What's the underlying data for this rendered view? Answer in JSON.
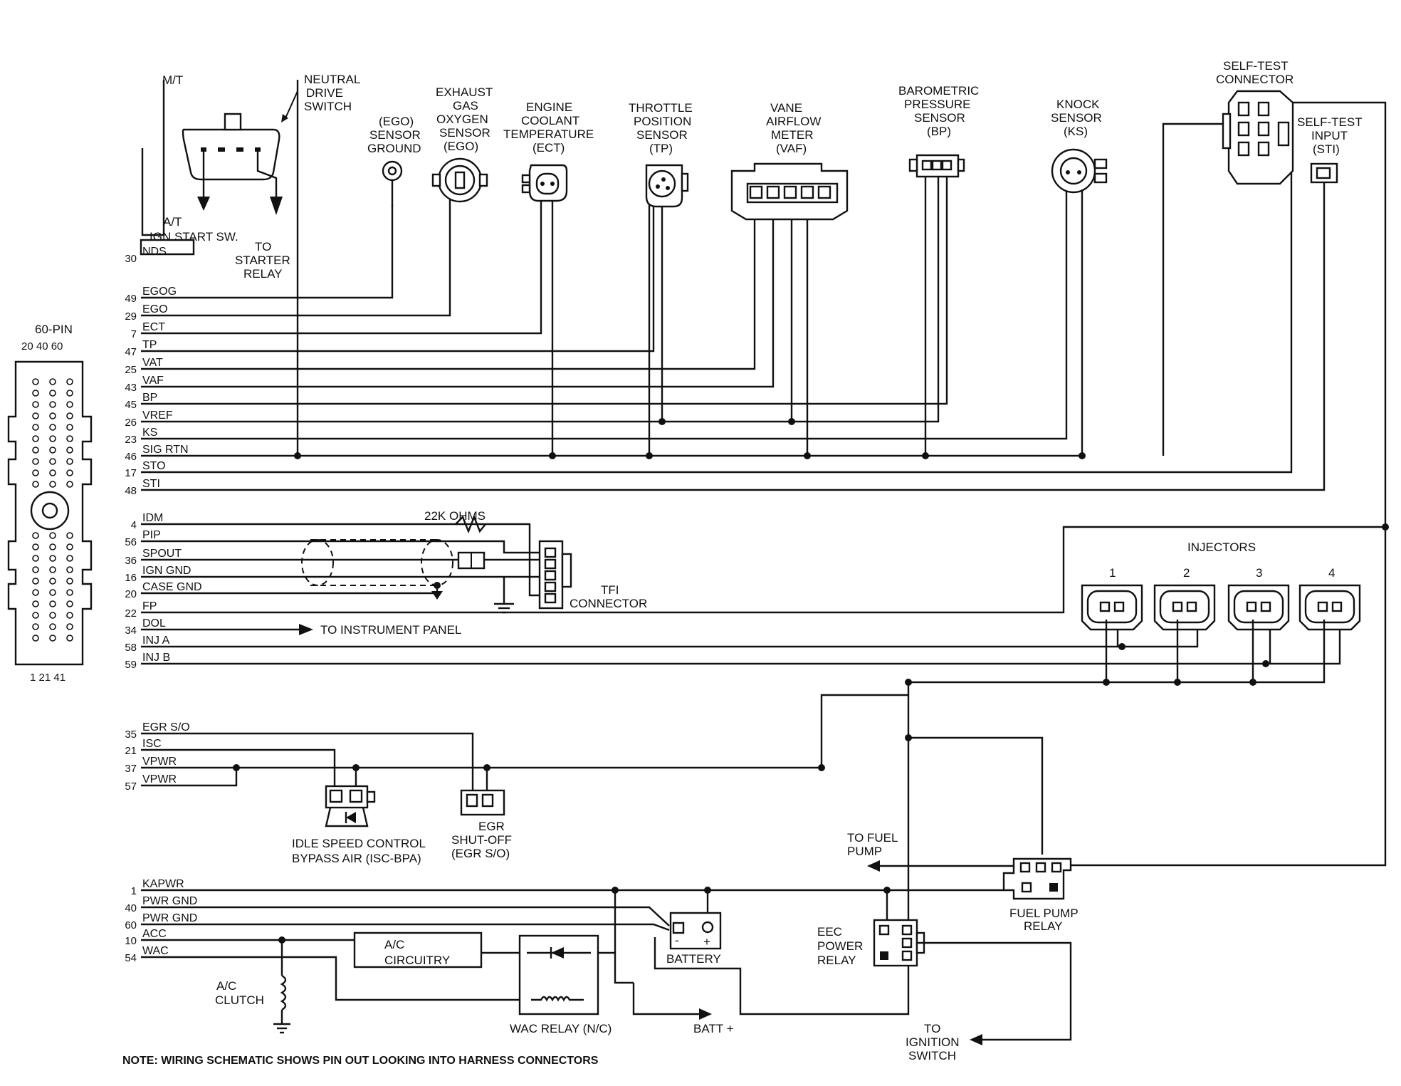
{
  "ecm_connector": {
    "title": "60-PIN",
    "top_pins": "20 40 60",
    "bottom_pins": "1 21 41"
  },
  "pins": [
    {
      "num": "30",
      "sig": "NDS"
    },
    {
      "num": "49",
      "sig": "EGOG"
    },
    {
      "num": "29",
      "sig": "EGO"
    },
    {
      "num": "7",
      "sig": "ECT"
    },
    {
      "num": "47",
      "sig": "TP"
    },
    {
      "num": "25",
      "sig": "VAT"
    },
    {
      "num": "43",
      "sig": "VAF"
    },
    {
      "num": "45",
      "sig": "BP"
    },
    {
      "num": "26",
      "sig": "VREF"
    },
    {
      "num": "23",
      "sig": "KS"
    },
    {
      "num": "46",
      "sig": "SIG RTN"
    },
    {
      "num": "17",
      "sig": "STO"
    },
    {
      "num": "48",
      "sig": "STI"
    },
    {
      "num": "4",
      "sig": "IDM"
    },
    {
      "num": "56",
      "sig": "PIP"
    },
    {
      "num": "36",
      "sig": "SPOUT"
    },
    {
      "num": "16",
      "sig": "IGN GND"
    },
    {
      "num": "20",
      "sig": "CASE GND"
    },
    {
      "num": "22",
      "sig": "FP"
    },
    {
      "num": "34",
      "sig": "DOL"
    },
    {
      "num": "58",
      "sig": "INJ A"
    },
    {
      "num": "59",
      "sig": "INJ B"
    },
    {
      "num": "35",
      "sig": "EGR S/O"
    },
    {
      "num": "21",
      "sig": "ISC"
    },
    {
      "num": "37",
      "sig": "VPWR"
    },
    {
      "num": "57",
      "sig": "VPWR"
    },
    {
      "num": "1",
      "sig": "KAPWR"
    },
    {
      "num": "40",
      "sig": "PWR GND"
    },
    {
      "num": "60",
      "sig": "PWR GND"
    },
    {
      "num": "10",
      "sig": "ACC"
    },
    {
      "num": "54",
      "sig": "WAC"
    }
  ],
  "labels": {
    "mt": "M/T",
    "nds_1": "NEUTRAL",
    "nds_2": "DRIVE",
    "nds_3": "SWITCH",
    "at_1": "A/T",
    "at_2": "IGN START SW.",
    "starter_1": "TO",
    "starter_2": "STARTER",
    "starter_3": "RELAY",
    "egog_1": "(EGO)",
    "egog_2": "SENSOR",
    "egog_3": "GROUND",
    "ego_1": "EXHAUST",
    "ego_2": "GAS",
    "ego_3": "OXYGEN",
    "ego_4": "SENSOR",
    "ego_5": "(EGO)",
    "ect_1": "ENGINE",
    "ect_2": "COOLANT",
    "ect_3": "TEMPERATURE",
    "ect_4": "(ECT)",
    "tp_1": "THROTTLE",
    "tp_2": "POSITION",
    "tp_3": "SENSOR",
    "tp_4": "(TP)",
    "vaf_1": "VANE",
    "vaf_2": "AIRFLOW",
    "vaf_3": "METER",
    "vaf_4": "(VAF)",
    "bp_1": "BAROMETRIC",
    "bp_2": "PRESSURE",
    "bp_3": "SENSOR",
    "bp_4": "(BP)",
    "ks_1": "KNOCK",
    "ks_2": "SENSOR",
    "ks_3": "(KS)",
    "stc_1": "SELF-TEST",
    "stc_2": "CONNECTOR",
    "sti_1": "SELF-TEST",
    "sti_2": "INPUT",
    "sti_3": "(STI)",
    "resistor": "22K OHMS",
    "tfi_1": "TFI",
    "tfi_2": "CONNECTOR",
    "to_panel": "TO INSTRUMENT PANEL",
    "injectors": "INJECTORS",
    "inj_1": "1",
    "inj_2": "2",
    "inj_3": "3",
    "inj_4": "4",
    "isc_1": "IDLE SPEED CONTROL",
    "isc_2": "BYPASS AIR  (ISC-BPA)",
    "egr_1": "EGR",
    "egr_2": "SHUT-OFF",
    "egr_3": "(EGR S/O)",
    "fuel_pump_1": "TO FUEL",
    "fuel_pump_2": "PUMP",
    "fp_relay_1": "FUEL PUMP",
    "fp_relay_2": "RELAY",
    "eec_1": "EEC",
    "eec_2": "POWER",
    "eec_3": "RELAY",
    "battery": "BATTERY",
    "ac_circ_1": "A/C",
    "ac_circ_2": "CIRCUITRY",
    "ac_clutch_1": "A/C",
    "ac_clutch_2": "CLUTCH",
    "wac_relay": "WAC RELAY (N/C)",
    "batt_plus": "BATT +",
    "ign_1": "TO",
    "ign_2": "IGNITION",
    "ign_3": "SWITCH",
    "bat_minus": "-",
    "bat_plus": "+"
  },
  "note": "NOTE: WIRING SCHEMATIC SHOWS PIN OUT LOOKING INTO HARNESS CONNECTORS"
}
